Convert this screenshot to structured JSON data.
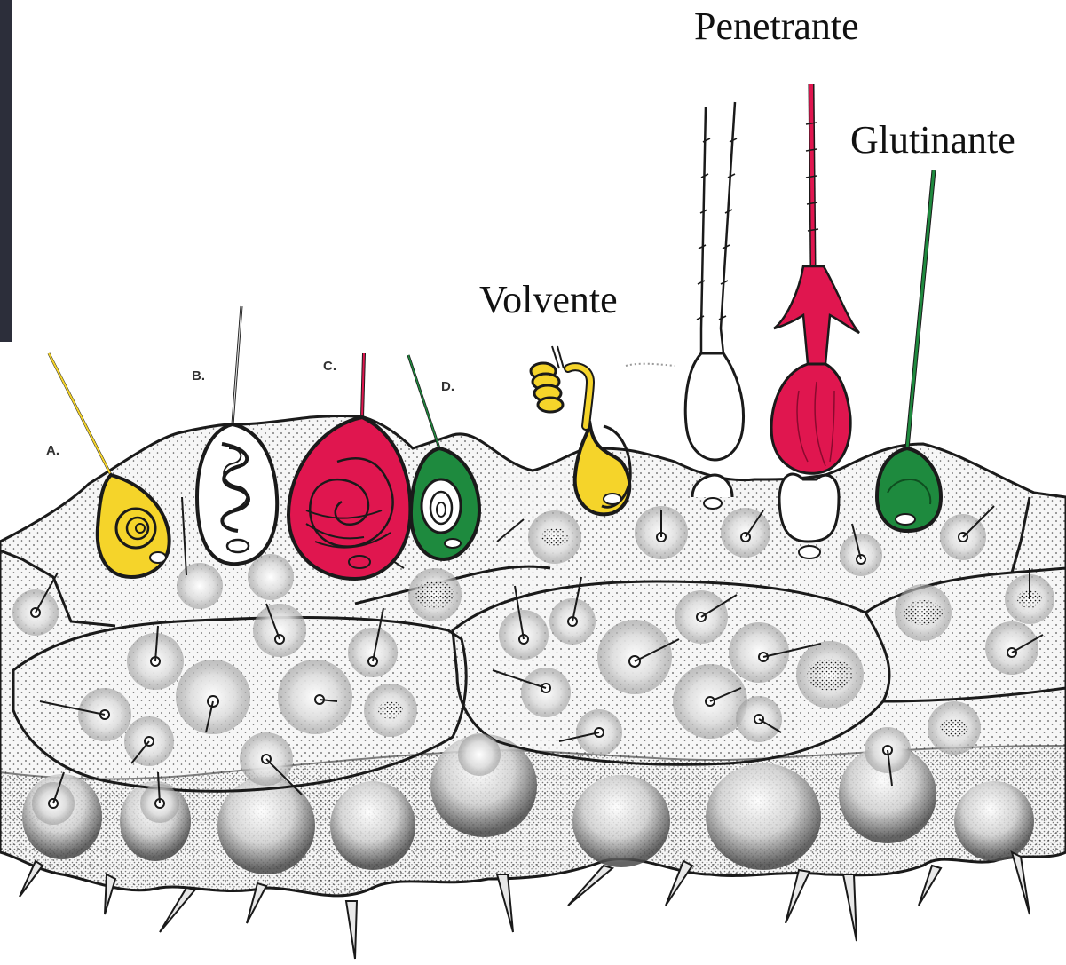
{
  "labels": {
    "penetrante": "Penetrante",
    "glutinante": "Glutinante",
    "volvente": "Volvente",
    "cell_a": "A.",
    "cell_b": "B.",
    "cell_c": "C.",
    "cell_d": "D."
  },
  "colors": {
    "yellow": "#f5d42a",
    "red": "#e0164f",
    "green": "#1e8a3e",
    "white": "#ffffff",
    "tissue": "#f4f4f4",
    "ink": "#1a1a1a",
    "dark_corner": "#2c2e3a"
  }
}
